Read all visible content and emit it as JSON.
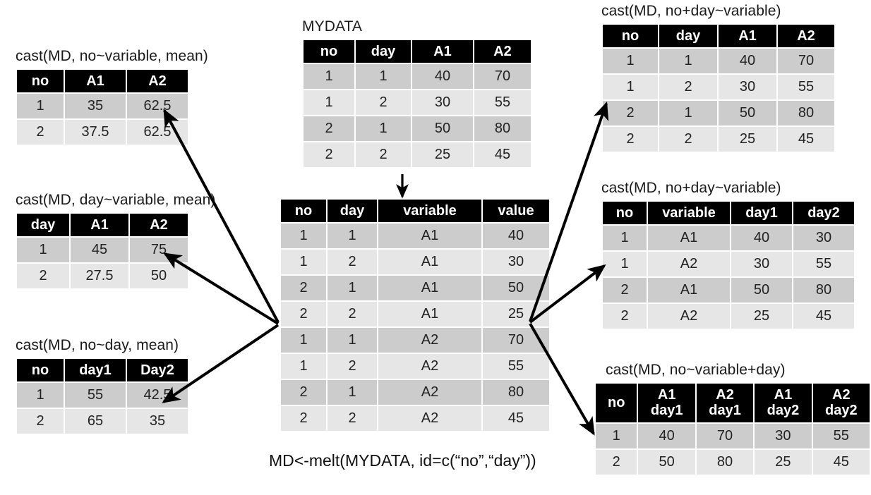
{
  "diagram": {
    "bottom_caption": "MD<-melt(MYDATA, id=c(“no”,“day”))",
    "accent_color": "#000000",
    "row_color_odd": "#cccccc",
    "row_color_even": "#e6e6e6"
  },
  "source_table": {
    "title": "MYDATA",
    "headers": [
      "no",
      "day",
      "A1",
      "A2"
    ],
    "rows": [
      [
        "1",
        "1",
        "40",
        "70"
      ],
      [
        "1",
        "2",
        "30",
        "55"
      ],
      [
        "2",
        "1",
        "50",
        "80"
      ],
      [
        "2",
        "2",
        "25",
        "45"
      ]
    ]
  },
  "melted_table": {
    "title": "",
    "headers": [
      "no",
      "day",
      "variable",
      "value"
    ],
    "rows": [
      [
        "1",
        "1",
        "A1",
        "40"
      ],
      [
        "1",
        "2",
        "A1",
        "30"
      ],
      [
        "2",
        "1",
        "A1",
        "50"
      ],
      [
        "2",
        "2",
        "A1",
        "25"
      ],
      [
        "1",
        "1",
        "A2",
        "70"
      ],
      [
        "1",
        "2",
        "A2",
        "55"
      ],
      [
        "2",
        "1",
        "A2",
        "80"
      ],
      [
        "2",
        "2",
        "A2",
        "45"
      ]
    ]
  },
  "left_tables": [
    {
      "title": "cast(MD, no~variable, mean)",
      "headers": [
        "no",
        "A1",
        "A2"
      ],
      "rows": [
        [
          "1",
          "35",
          "62.5"
        ],
        [
          "2",
          "37.5",
          "62.5"
        ]
      ]
    },
    {
      "title": "cast(MD, day~variable, mean)",
      "headers": [
        "day",
        "A1",
        "A2"
      ],
      "rows": [
        [
          "1",
          "45",
          "75"
        ],
        [
          "2",
          "27.5",
          "50"
        ]
      ]
    },
    {
      "title": "cast(MD, no~day, mean)",
      "headers": [
        "no",
        "day1",
        "Day2"
      ],
      "rows": [
        [
          "1",
          "55",
          "42.5"
        ],
        [
          "2",
          "65",
          "35"
        ]
      ]
    }
  ],
  "right_tables": [
    {
      "title": "cast(MD, no+day~variable)",
      "headers": [
        "no",
        "day",
        "A1",
        "A2"
      ],
      "rows": [
        [
          "1",
          "1",
          "40",
          "70"
        ],
        [
          "1",
          "2",
          "30",
          "55"
        ],
        [
          "2",
          "1",
          "50",
          "80"
        ],
        [
          "2",
          "2",
          "25",
          "45"
        ]
      ]
    },
    {
      "title": "cast(MD, no+day~variable)",
      "headers": [
        "no",
        "variable",
        "day1",
        "day2"
      ],
      "rows": [
        [
          "1",
          "A1",
          "40",
          "30"
        ],
        [
          "1",
          "A2",
          "30",
          "55"
        ],
        [
          "2",
          "A1",
          "50",
          "80"
        ],
        [
          "2",
          "A2",
          "25",
          "45"
        ]
      ]
    },
    {
      "title": "cast(MD, no~variable+day)",
      "headers": [
        "no",
        "A1\nday1",
        "A2\nday1",
        "A1\nday2",
        "A2\nday2"
      ],
      "rows": [
        [
          "1",
          "40",
          "70",
          "30",
          "55"
        ],
        [
          "2",
          "50",
          "80",
          "25",
          "45"
        ]
      ]
    }
  ]
}
